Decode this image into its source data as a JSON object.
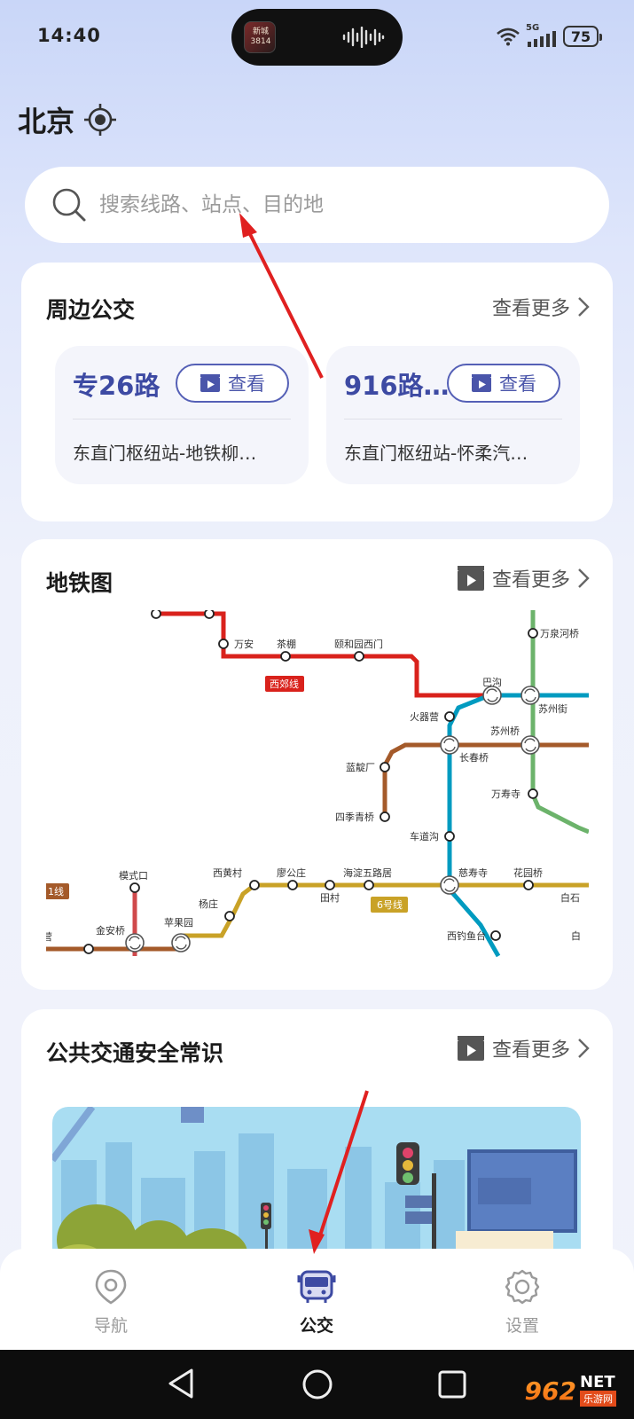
{
  "status": {
    "time": "14:40",
    "network": "5G",
    "battery": "75",
    "island_app_text": "新城\n3814"
  },
  "header": {
    "city": "北京"
  },
  "search": {
    "placeholder": "搜索线路、站点、目的地"
  },
  "nearby": {
    "title": "周边公交",
    "more": "查看更多",
    "routes": [
      {
        "name": "专26路",
        "button": "查看",
        "desc": "东直门枢纽站-地铁柳…"
      },
      {
        "name": "916路…",
        "button": "查看",
        "desc": "东直门枢纽站-怀柔汽…"
      }
    ]
  },
  "subway": {
    "title": "地铁图",
    "more": "查看更多",
    "stations": [
      "万安",
      "茶棚",
      "颐和园西门",
      "巴沟",
      "苏州街",
      "万泉河桥",
      "火器营",
      "苏州桥",
      "长春桥",
      "蓝靛厂",
      "万寿寺",
      "四季青桥",
      "车道沟",
      "模式口",
      "西黄村",
      "廖公庄",
      "海淀五路居",
      "慈寿寺",
      "花园桥",
      "白石",
      "田村",
      "杨庄",
      "金安桥",
      "苹果园",
      "西钓鱼台",
      "白"
    ],
    "line_labels": [
      "西郊线",
      "6号线",
      "1线"
    ],
    "edge_texts": [
      "营"
    ],
    "colors": {
      "xijiao": "#d9221c",
      "line10": "#009bc0",
      "line6": "#c9a227",
      "line1": "#a45a2a",
      "s1": "#d0494b",
      "line16_green": "#6cb36b"
    }
  },
  "safety": {
    "title": "公共交通安全常识",
    "more": "查看更多"
  },
  "bottom_nav": {
    "items": [
      {
        "label": "导航",
        "icon": "navigation-pin-icon"
      },
      {
        "label": "公交",
        "icon": "bus-icon"
      },
      {
        "label": "设置",
        "icon": "gear-icon"
      }
    ],
    "active": "公交"
  },
  "watermark": {
    "number": "962",
    "suffix": "NET",
    "site": "乐游网"
  },
  "colors": {
    "accent": "#3d4aa3",
    "arrow": "#e02020"
  }
}
